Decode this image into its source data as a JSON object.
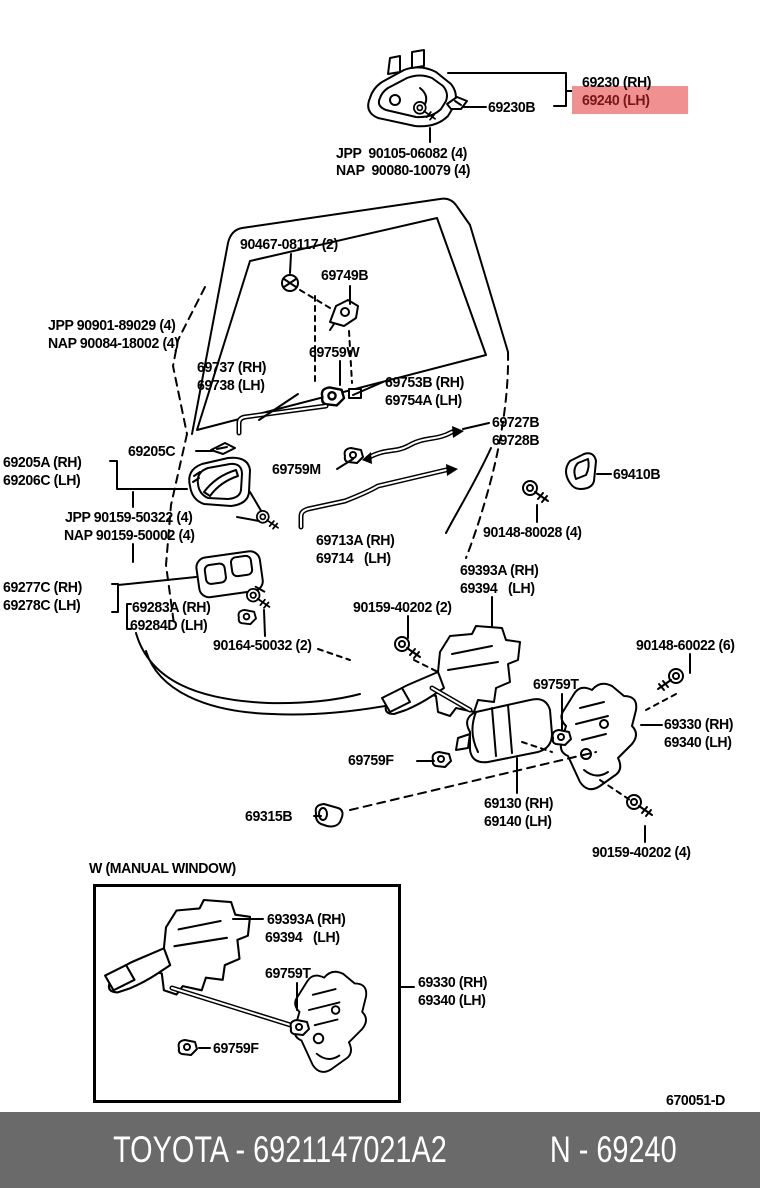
{
  "diagram": {
    "highlight": {
      "bg": "#f19091",
      "text_color": "#7a1517"
    },
    "line_color": "#000000",
    "labels": {
      "l69230": "69230 (RH)",
      "l69240": "69240 (LH)",
      "l69230B": "69230B",
      "jpp1": "JPP  90105-06082 (4)",
      "nap1": "NAP  90080-10079 (4)",
      "l90467": "90467-08117 (2)",
      "l69749B": "69749B",
      "jpp2": "JPP 90901-89029 (4)",
      "nap2": "NAP 90084-18002 (4)",
      "l69737": "69737 (RH)",
      "l69738": "69738 (LH)",
      "l69759W": "69759W",
      "l69753B": "69753B (RH)",
      "l69754A": "69754A (LH)",
      "l69727B": "69727B",
      "l69728B": "69728B",
      "l69205C": "69205C",
      "l69205A": "69205A (RH)",
      "l69206C": "69206C (LH)",
      "l69759M": "69759M",
      "l69410B": "69410B",
      "l90148_80028": "90148-80028 (4)",
      "l69713A": "69713A (RH)",
      "l69714": "69714   (LH)",
      "jpp3": "JPP 90159-50322 (4)",
      "nap3": "NAP 90159-50002 (4)",
      "l69393A": "69393A (RH)",
      "l69394": "69394   (LH)",
      "l69277C": "69277C (RH)",
      "l69278C": "69278C (LH)",
      "l69283A": "69283A (RH)",
      "l69284D": "69284D (LH)",
      "l90159_40202_2": "90159-40202 (2)",
      "l90164": "90164-50032 (2)",
      "l90148_60022": "90148-60022 (6)",
      "l69759T": "69759T",
      "l69330": "69330 (RH)",
      "l69340": "69340 (LH)",
      "l69759F": "69759F",
      "l69130": "69130 (RH)",
      "l69140": "69140 (LH)",
      "l69315B": "69315B",
      "l90159_40202_4": "90159-40202 (4)"
    }
  },
  "inset": {
    "title": "W (MANUAL WINDOW)",
    "labels": {
      "b69393A": "69393A (RH)",
      "b69394": "69394   (LH)",
      "b69759T": "69759T",
      "b69759F": "69759F",
      "b69330": "69330 (RH)",
      "b69340": "69340 (LH)"
    }
  },
  "page_code": "670051-D",
  "footer": {
    "left": "TOYOTA - 6921147021A2",
    "right": "N - 69240",
    "bg": "#6a6a6a",
    "text_color": "#ffffff"
  }
}
